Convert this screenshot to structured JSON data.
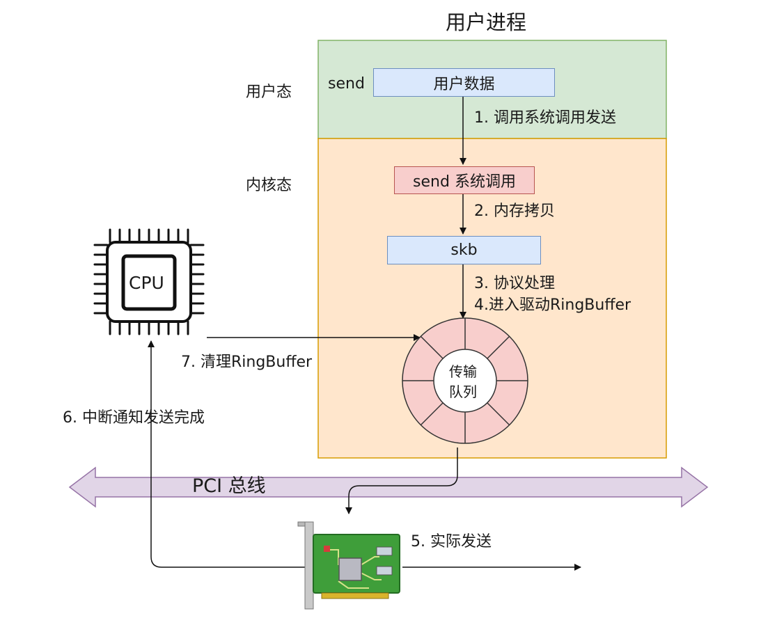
{
  "title": "用户进程",
  "zones": {
    "user": {
      "label": "用户态",
      "color": "#d5e8d4",
      "border": "#82b366"
    },
    "kernel": {
      "label": "内核态",
      "color": "#ffe6cc",
      "border": "#d79b00"
    }
  },
  "nodes": {
    "send": "send",
    "user_data": "用户数据",
    "syscall": "send 系统调用",
    "skb": "skb",
    "queue_line1": "传输",
    "queue_line2": "队列",
    "cpu": "CPU",
    "bus": "PCI 总线"
  },
  "steps": {
    "s1": "1. 调用系统调用发送",
    "s2": "2. 内存拷贝",
    "s3": "3. 协议处理",
    "s4": "4.进入驱动RingBuffer",
    "s5": "5. 实际发送",
    "s6": "6. 中断通知发送完成",
    "s7": "7. 清理RingBuffer"
  },
  "colors": {
    "blue_fill": "#dae8fc",
    "blue_border": "#6c8ebf",
    "red_fill": "#f8cecc",
    "red_border": "#b85450",
    "ring_fill": "#f8cecc",
    "bus_fill": "#e1d5e7",
    "bus_border": "#9673a6"
  },
  "icons": [
    "cpu-chip-icon",
    "network-card-icon"
  ]
}
